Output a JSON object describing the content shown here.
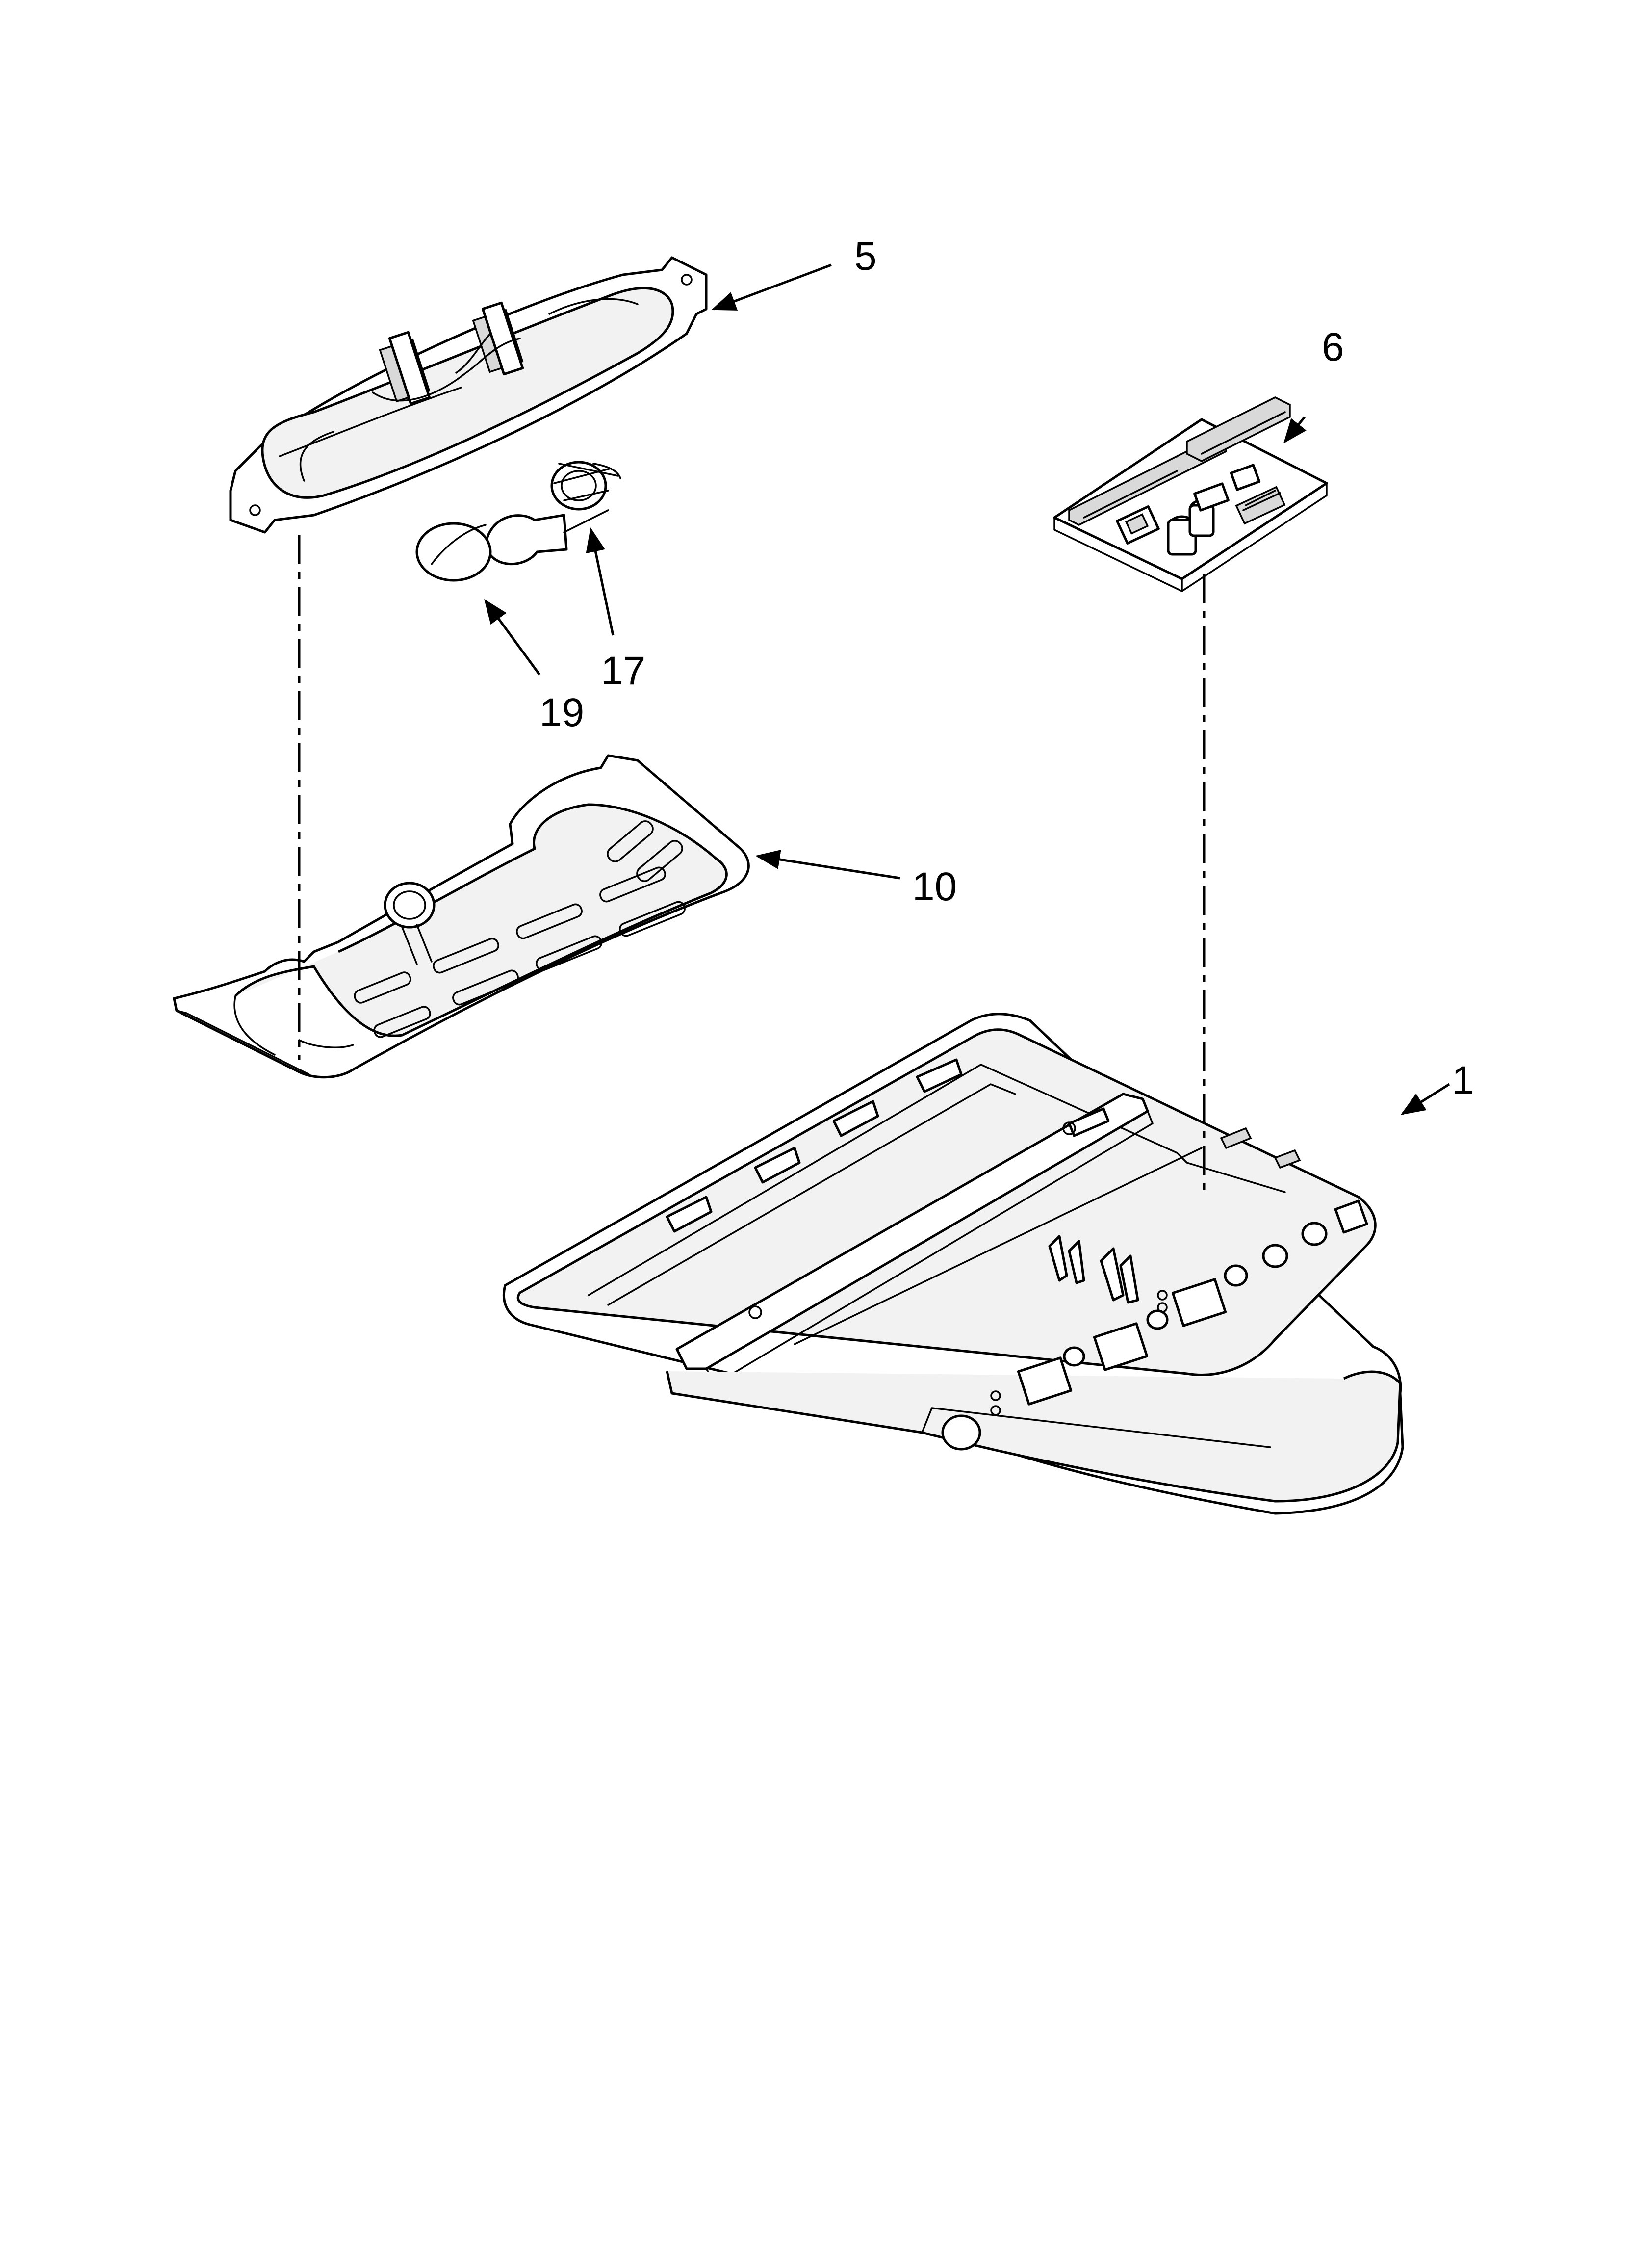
{
  "callouts": {
    "p5": "5",
    "p6": "6",
    "p19": "19",
    "p17": "17",
    "p10": "10",
    "p1": "1"
  },
  "colors": {
    "line": "#000000",
    "background": "#ffffff"
  }
}
